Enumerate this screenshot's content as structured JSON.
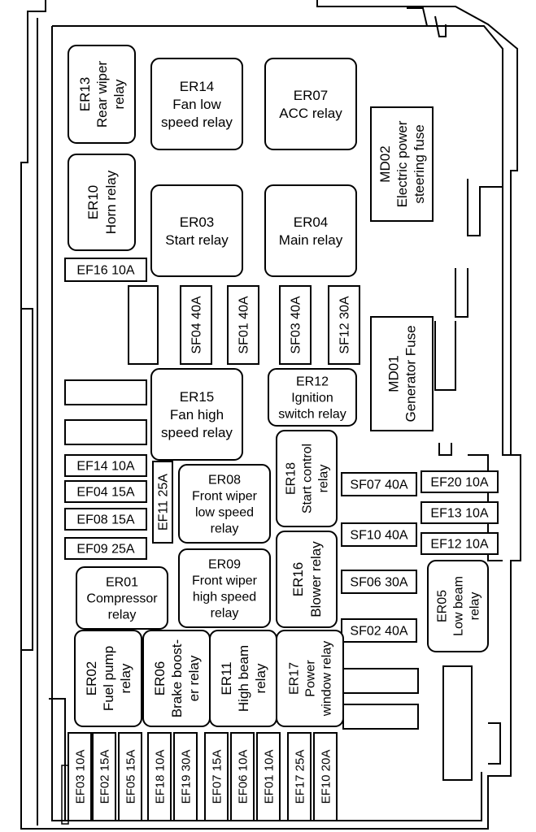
{
  "colors": {
    "line": "#000000",
    "background": "#ffffff"
  },
  "components": [
    {
      "id": "ER13",
      "lines": [
        "ER13",
        "Rear wiper",
        "relay"
      ]
    },
    {
      "id": "ER14",
      "lines": [
        "ER14",
        "Fan low",
        "speed relay"
      ]
    },
    {
      "id": "ER07",
      "lines": [
        "ER07",
        "ACC relay"
      ]
    },
    {
      "id": "MD02",
      "lines": [
        "MD02",
        "Electric power",
        "steering fuse"
      ]
    },
    {
      "id": "ER10",
      "lines": [
        "ER10",
        "Horn relay"
      ]
    },
    {
      "id": "ER03",
      "lines": [
        "ER03",
        "Start relay"
      ]
    },
    {
      "id": "ER04",
      "lines": [
        "ER04",
        "Main relay"
      ]
    },
    {
      "id": "EF16",
      "lines": [
        "EF16  10A"
      ]
    },
    {
      "id": "SF04",
      "lines": [
        "SF04  40A"
      ]
    },
    {
      "id": "SF01",
      "lines": [
        "SF01  40A"
      ]
    },
    {
      "id": "SF03",
      "lines": [
        "SF03  40A"
      ]
    },
    {
      "id": "SF12",
      "lines": [
        "SF12  30A"
      ]
    },
    {
      "id": "MD01",
      "lines": [
        "MD01",
        "Generator Fuse"
      ]
    },
    {
      "id": "ER15",
      "lines": [
        "ER15",
        "Fan high",
        "speed relay"
      ]
    },
    {
      "id": "ER12",
      "lines": [
        "ER12",
        "Ignition",
        "switch relay"
      ]
    },
    {
      "id": "EF14",
      "lines": [
        "EF14  10A"
      ]
    },
    {
      "id": "EF04",
      "lines": [
        "EF04  15A"
      ]
    },
    {
      "id": "EF08",
      "lines": [
        "EF08  15A"
      ]
    },
    {
      "id": "EF09",
      "lines": [
        "EF09  25A"
      ]
    },
    {
      "id": "EF11",
      "lines": [
        "EF11  25A"
      ]
    },
    {
      "id": "ER08",
      "lines": [
        "ER08",
        "Front wiper",
        "low speed",
        "relay"
      ]
    },
    {
      "id": "ER18",
      "lines": [
        "ER18",
        "Start control",
        "relay"
      ]
    },
    {
      "id": "SF07",
      "lines": [
        "SF07  40A"
      ]
    },
    {
      "id": "EF20",
      "lines": [
        "EF20  10A"
      ]
    },
    {
      "id": "EF13",
      "lines": [
        "EF13  10A"
      ]
    },
    {
      "id": "SF10",
      "lines": [
        "SF10  40A"
      ]
    },
    {
      "id": "EF12",
      "lines": [
        "EF12  10A"
      ]
    },
    {
      "id": "ER09",
      "lines": [
        "ER09",
        "Front wiper",
        "high speed",
        "relay"
      ]
    },
    {
      "id": "ER01",
      "lines": [
        "ER01",
        "Compressor",
        "relay"
      ]
    },
    {
      "id": "ER16",
      "lines": [
        "ER16",
        "Blower relay"
      ]
    },
    {
      "id": "SF06",
      "lines": [
        "SF06  30A"
      ]
    },
    {
      "id": "ER05",
      "lines": [
        "ER05",
        "Low beam",
        "relay"
      ]
    },
    {
      "id": "SF02",
      "lines": [
        "SF02  40A"
      ]
    },
    {
      "id": "ER02",
      "lines": [
        "ER02",
        "Fuel pump",
        "relay"
      ]
    },
    {
      "id": "ER06",
      "lines": [
        "ER06",
        "Brake boost-",
        "er relay"
      ]
    },
    {
      "id": "ER11",
      "lines": [
        "ER11",
        "High beam",
        "relay"
      ]
    },
    {
      "id": "ER17",
      "lines": [
        "ER17",
        "Power",
        "window relay"
      ]
    },
    {
      "id": "EF03",
      "lines": [
        "EF03  10A"
      ]
    },
    {
      "id": "EF02",
      "lines": [
        "EF02  15A"
      ]
    },
    {
      "id": "EF05",
      "lines": [
        "EF05  15A"
      ]
    },
    {
      "id": "EF18",
      "lines": [
        "EF18  10A"
      ]
    },
    {
      "id": "EF19",
      "lines": [
        "EF19  30A"
      ]
    },
    {
      "id": "EF07",
      "lines": [
        "EF07  15A"
      ]
    },
    {
      "id": "EF06",
      "lines": [
        "EF06  10A"
      ]
    },
    {
      "id": "EF01",
      "lines": [
        "EF01  10A"
      ]
    },
    {
      "id": "EF17",
      "lines": [
        "EF17  25A"
      ]
    },
    {
      "id": "EF10",
      "lines": [
        "EF10  20A"
      ]
    }
  ]
}
